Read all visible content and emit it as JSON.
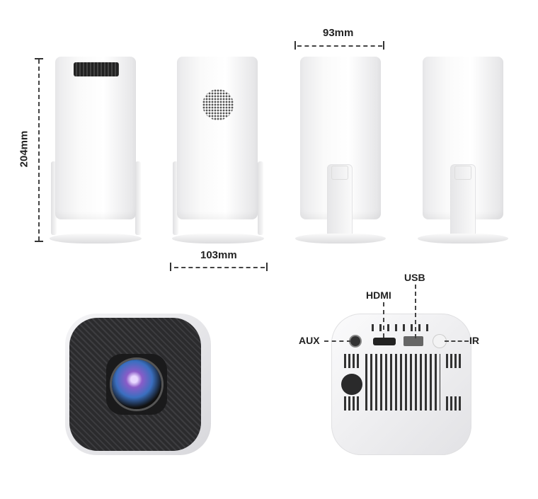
{
  "dimensions": {
    "height": "204mm",
    "depth": "93mm",
    "width": "103mm"
  },
  "ports": {
    "aux": "AUX",
    "hdmi": "HDMI",
    "usb": "USB",
    "ir": "IR"
  },
  "colors": {
    "body": "#f7f7f8",
    "grille": "#2b2b2d",
    "lens": "#8a5cc8",
    "label": "#222222"
  }
}
